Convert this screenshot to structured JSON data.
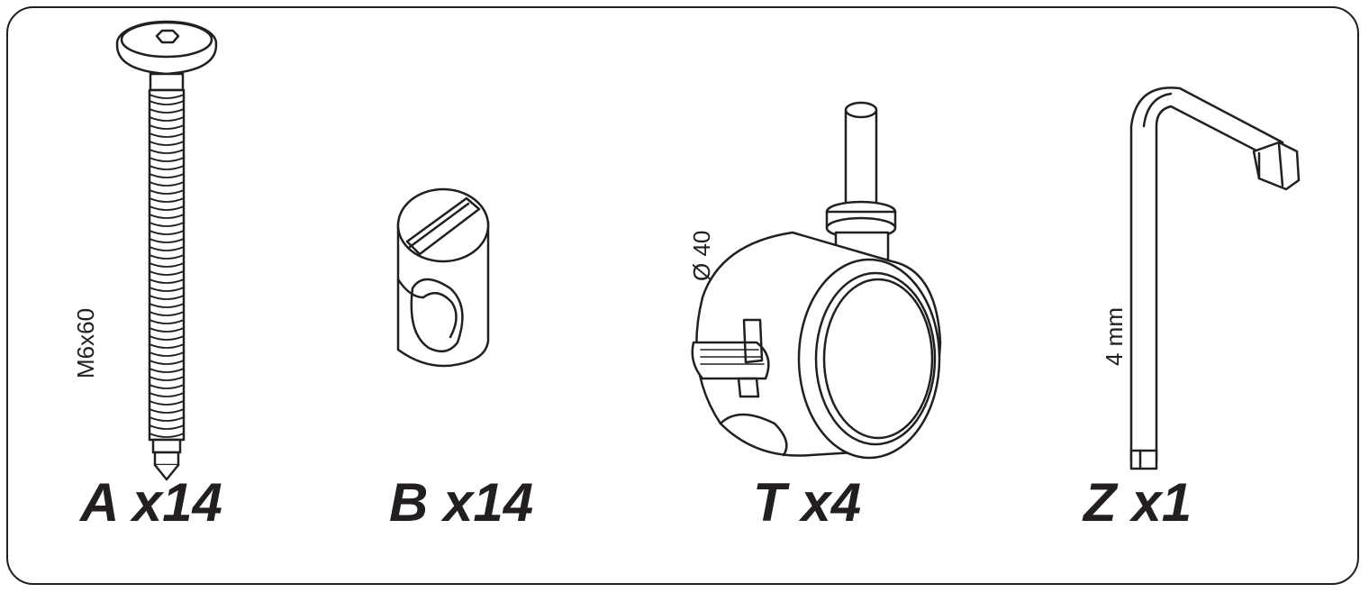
{
  "parts": [
    {
      "id": "A",
      "label": "A x14",
      "dimension": "M6x60",
      "icon": "joint-connector-bolt-icon"
    },
    {
      "id": "B",
      "label": "B x14",
      "dimension": "",
      "icon": "barrel-nut-icon"
    },
    {
      "id": "T",
      "label": "T x4",
      "dimension": "Ø 40",
      "icon": "caster-wheel-icon"
    },
    {
      "id": "Z",
      "label": "Z x1",
      "dimension": "4 mm",
      "icon": "hex-key-icon"
    }
  ],
  "colors": {
    "line": "#231f20",
    "background": "#ffffff",
    "shade": "#e6e6e6"
  }
}
